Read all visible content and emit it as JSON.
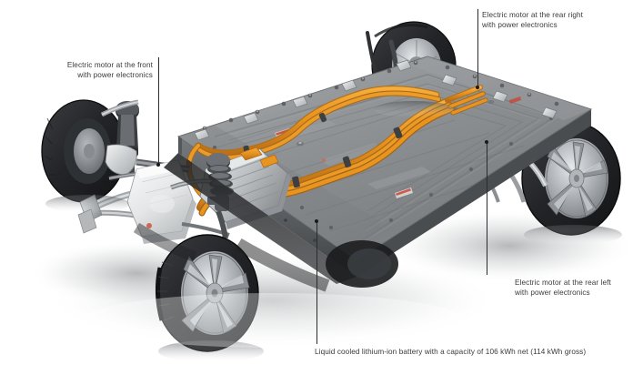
{
  "figure": {
    "subject": "electric-vehicle-skateboard-platform",
    "background_color": "#ffffff"
  },
  "callouts": [
    {
      "id": "front-motor",
      "line1": "Electric motor at the front",
      "line2": "with power electronics",
      "align": "right"
    },
    {
      "id": "rear-right-motor",
      "line1": "Electric motor at the rear right",
      "line2": "with power electronics",
      "align": "left"
    },
    {
      "id": "rear-left-motor",
      "line1": "Electric motor at the rear left",
      "line2": "with power electronics",
      "align": "left"
    },
    {
      "id": "battery",
      "line1": "Liquid cooled lithium-ion battery with a capacity of 106 kWh net (114 kWh gross)",
      "line2": "",
      "align": "left"
    }
  ],
  "colors": {
    "text": "#3a3a3c",
    "leader": "#2b2b2d",
    "battery_pack": "#8b8e91",
    "battery_pack_dark": "#6e7174",
    "battery_edge": "#5a5d60",
    "hv_cable_orange": "#e8941f",
    "hv_cable_orange_dark": "#c2761a",
    "aluminium": "#c9ccce",
    "aluminium_light": "#e7e9ea",
    "motor_housing": "#eceeef",
    "tire_black": "#232326",
    "rim_grey": "#9ea2a6",
    "shadow": "#cfd2d4"
  },
  "components": {
    "front_wheel_left": "tire-and-alloy-wheel",
    "front_wheel_right": "tire-and-alloy-wheel",
    "rear_wheel_left": "tire-and-alloy-wheel",
    "rear_wheel_right": "tire-and-alloy-wheel",
    "front_motor": "electric-motor-with-power-electronics",
    "rear_motor": "electric-motor-with-power-electronics",
    "battery": "liquid-cooled-lithium-ion-battery-pack",
    "hv_cabling": "orange-high-voltage-cable-harness",
    "suspension": "multilink-suspension-and-subframe"
  }
}
